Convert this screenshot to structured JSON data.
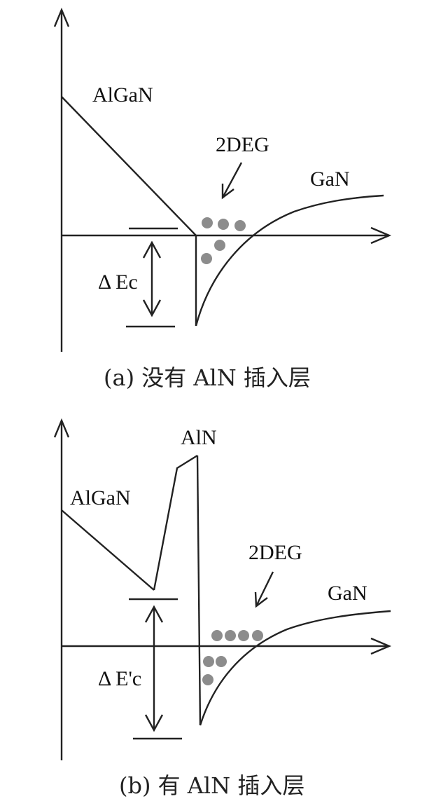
{
  "panel_a": {
    "labels": {
      "algan": "AlGaN",
      "twodeg": "2DEG",
      "gan": "GaN",
      "delta": "Δ Ec"
    },
    "caption": "(a) 没有 AlN 插入层",
    "electron_color": "#8c8c8c"
  },
  "panel_b": {
    "labels": {
      "aln": "AlN",
      "algan": "AlGaN",
      "twodeg": "2DEG",
      "gan": "GaN",
      "delta": "Δ E'c"
    },
    "caption": "(b) 有 AlN 插入层",
    "electron_color": "#8c8c8c"
  }
}
